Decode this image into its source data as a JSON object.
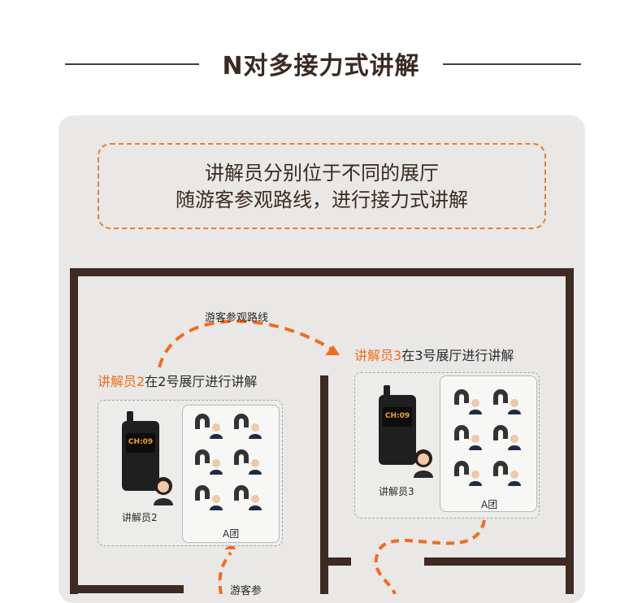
{
  "title": "N对多接力式讲解",
  "callout": {
    "line1": "讲解员分别位于不同的展厅",
    "line2": "随游客参观路线，进行接力式讲解"
  },
  "route_label_top": "游客参观路线",
  "route_label_bottom": "游客参",
  "hall2": {
    "guide_orange": "讲解员2",
    "rest": "在2号展厅进行讲解",
    "guide_caption": "讲解员2",
    "group_caption": "A团",
    "channel": "CH:09"
  },
  "hall3": {
    "guide_orange": "讲解员3",
    "rest": "在3号展厅进行讲解",
    "guide_caption": "讲解员3",
    "group_caption": "A团",
    "channel": "CH:09"
  },
  "colors": {
    "accent": "#f26b1d",
    "wall": "#3d2a22",
    "panel": "#e9e8e6"
  },
  "icons": [
    "walkie-talkie-icon",
    "headset-icon",
    "person-icon",
    "guide-avatar-icon",
    "route-arrow-icon"
  ]
}
